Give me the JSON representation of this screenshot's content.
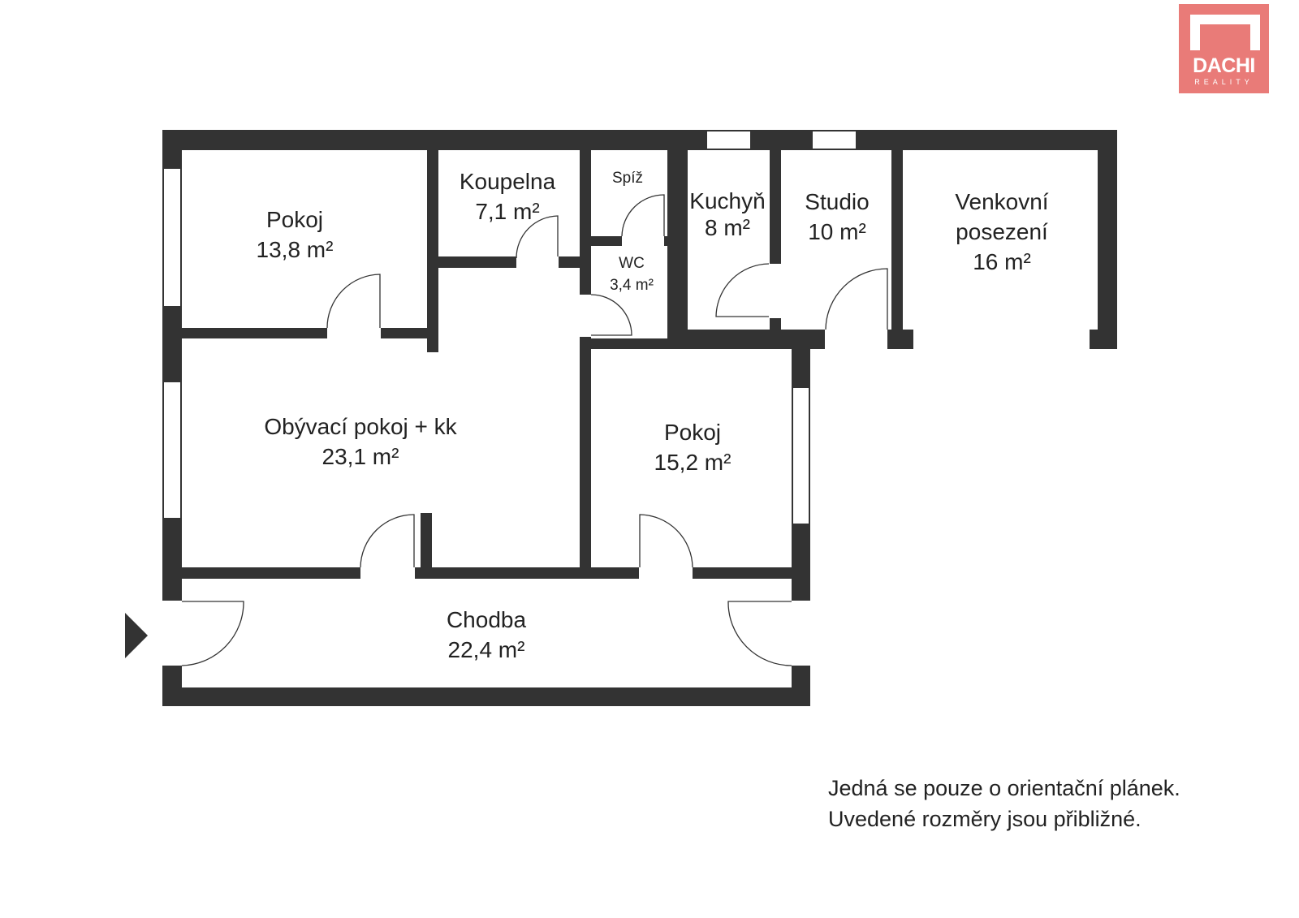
{
  "rooms": [
    {
      "name": "Pokoj",
      "area": "13,8 m²"
    },
    {
      "name": "Koupelna",
      "area": "7,1 m²"
    },
    {
      "name": "Spíž"
    },
    {
      "name": "WC",
      "area": "3,4 m²"
    },
    {
      "name": "Kuchyň",
      "area": "8 m²"
    },
    {
      "name": "Studio",
      "area": "10 m²"
    },
    {
      "name_line1": "Venkovní",
      "name_line2": "posezení",
      "area": "16 m²"
    },
    {
      "name": "Obývací pokoj + kk",
      "area": "23,1 m²"
    },
    {
      "name": "Pokoj",
      "area": "15,2 m²"
    },
    {
      "name": "Chodba",
      "area": "22,4 m²"
    }
  ],
  "note": {
    "line1": "Jedná se pouze o orientační plánek.",
    "line2": "Uvedené rozměry jsou přibližné."
  },
  "logo": {
    "name": "DACHI",
    "sub": "REALITY"
  },
  "colors": {
    "wall": "#333333",
    "logo_bg": "#e97b78"
  },
  "icons": {
    "entrance": "entrance-arrow-icon"
  }
}
